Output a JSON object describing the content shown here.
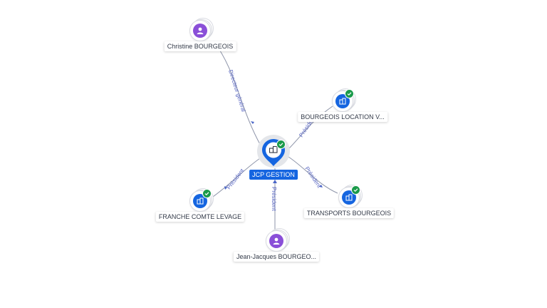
{
  "center": {
    "label": "JCP GESTION",
    "icon": "building-icon",
    "verified": true
  },
  "nodes": [
    {
      "id": "christine",
      "label": "Christine BOURGEOIS",
      "kind": "person",
      "icon": "person-icon",
      "verified": false
    },
    {
      "id": "bourgeois-location",
      "label": "BOURGEOIS LOCATION V...",
      "kind": "company",
      "icon": "building-icon",
      "verified": true
    },
    {
      "id": "transports",
      "label": "TRANSPORTS BOURGEOIS",
      "kind": "company",
      "icon": "building-icon",
      "verified": true
    },
    {
      "id": "franche",
      "label": "FRANCHE COMTE LEVAGE",
      "kind": "company",
      "icon": "building-icon",
      "verified": true
    },
    {
      "id": "jean-jacques",
      "label": "Jean-Jacques BOURGEO...",
      "kind": "person",
      "icon": "person-icon",
      "verified": false
    }
  ],
  "edges": [
    {
      "from": "christine",
      "to": "center",
      "label": "Directeur général"
    },
    {
      "from": "center",
      "to": "bourgeois-location",
      "label": "Président"
    },
    {
      "from": "center",
      "to": "transports",
      "label": "Président"
    },
    {
      "from": "center",
      "to": "franche",
      "label": "Président"
    },
    {
      "from": "jean-jacques",
      "to": "center",
      "label": "Président"
    }
  ],
  "colors": {
    "primary": "#1565e0",
    "person": "#8a4fd8",
    "verified": "#1a9a4a",
    "edge": "#8c93a8",
    "edge_label": "#5563c1"
  }
}
